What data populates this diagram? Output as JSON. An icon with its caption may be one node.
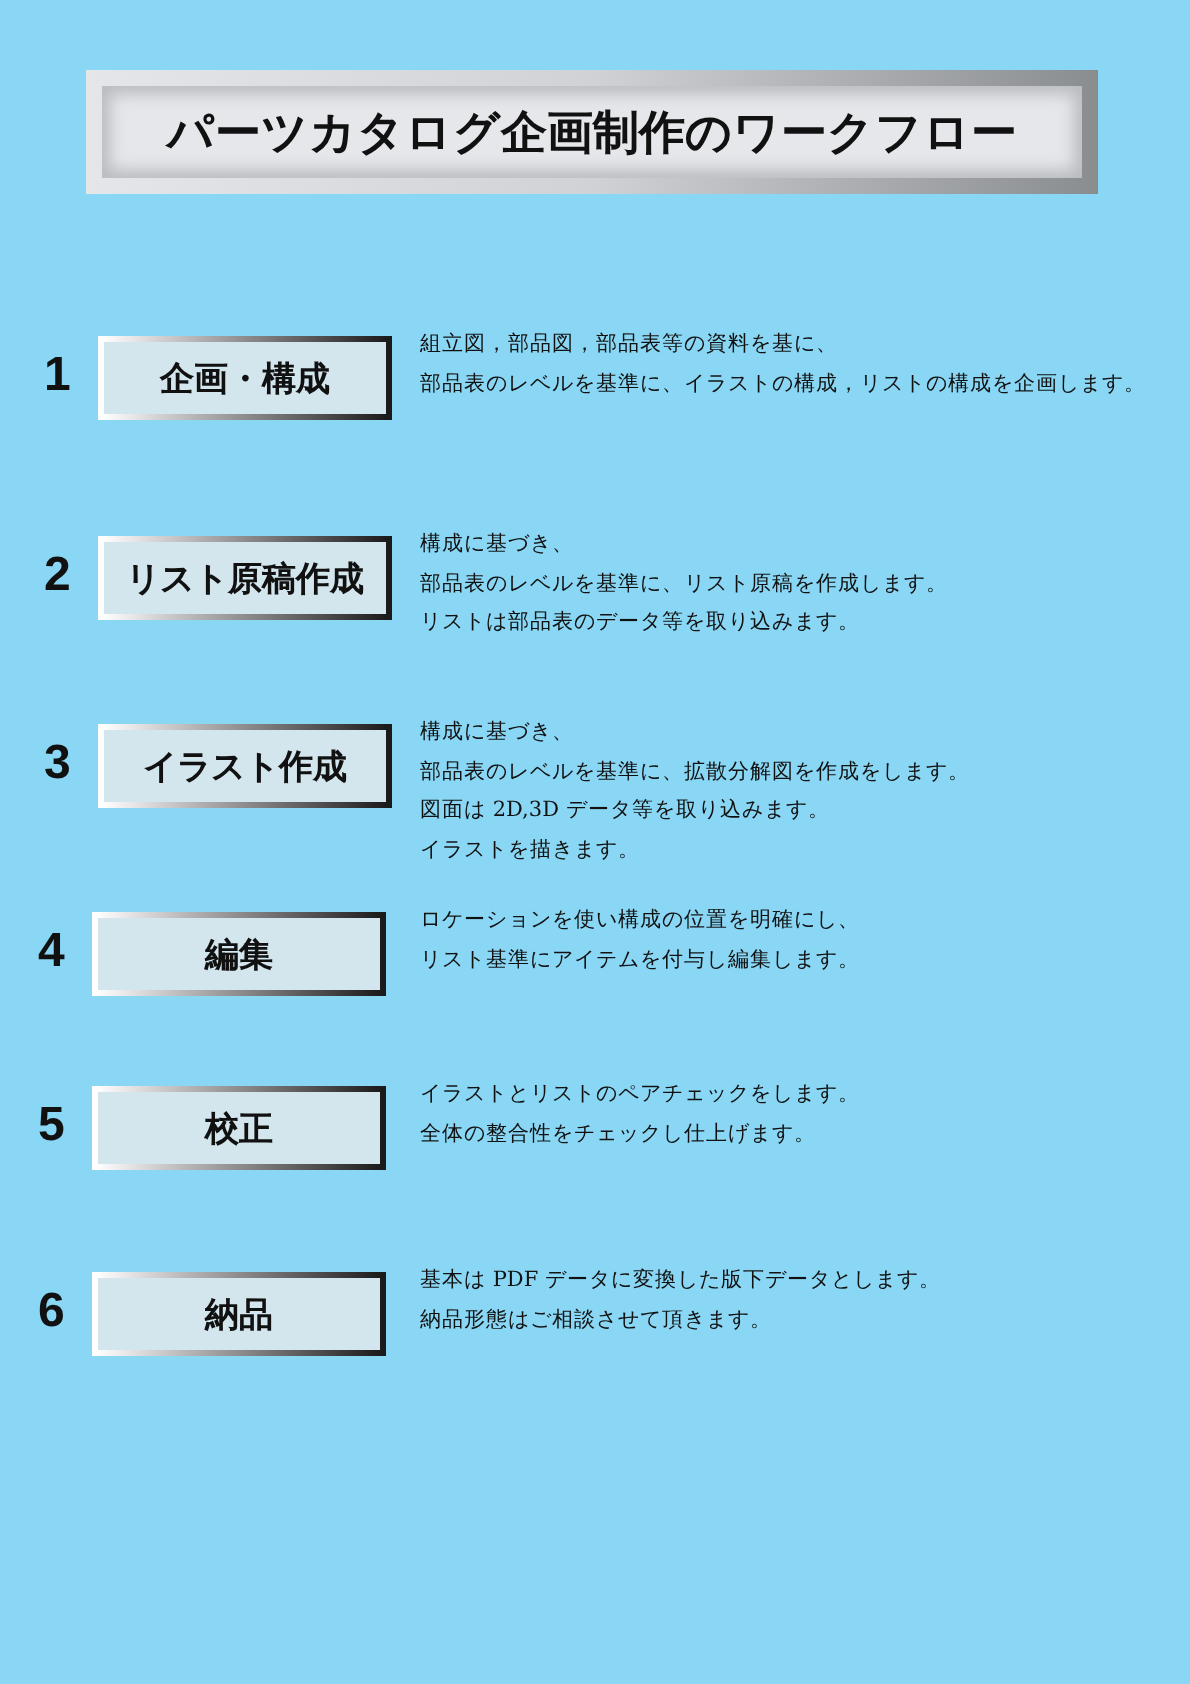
{
  "diagram": {
    "title": "パーツカタログ企画制作のワークフロー",
    "nodes": [
      {
        "text": [
          "企画・構成"
        ],
        "beside": [
          "1",
          "組立図，部品図，部品表等の資料を基に、",
          "部品表のレベルを基準に、イラストの構成，リストの構成を企画します。"
        ]
      },
      {
        "text": [
          "リスト原稿作成"
        ],
        "beside": [
          "2",
          "構成に基づき、",
          "部品表のレベルを基準に、リスト原稿を作成します。",
          "リストは部品表のデータ等を取り込みます。"
        ]
      },
      {
        "text": [
          "イラスト作成"
        ],
        "beside": [
          "3",
          "構成に基づき、",
          "部品表のレベルを基準に、拡散分解図を作成をします。",
          "図面は 2D,3D データ等を取り込みます。",
          "イラストを描きます。"
        ]
      },
      {
        "text": [
          "編集"
        ],
        "beside": [
          "4",
          "ロケーションを使い構成の位置を明確にし、",
          "リスト基準にアイテムを付与し編集します。"
        ]
      },
      {
        "text": [
          "校正"
        ],
        "beside": [
          "5",
          "イラストとリストのペアチェックをします。",
          "全体の整合性をチェックし仕上げます。"
        ]
      },
      {
        "text": [
          "納品"
        ],
        "beside": [
          "6",
          "基本は PDF データに変換した版下データとします。",
          "納品形態はご相談させて頂きます。"
        ]
      }
    ]
  }
}
